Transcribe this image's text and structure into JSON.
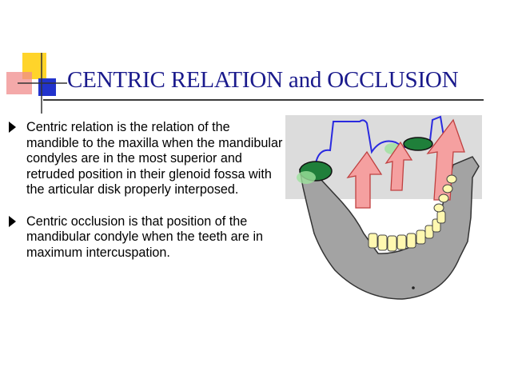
{
  "slide": {
    "title": "CENTRIC RELATION and OCCLUSION",
    "bullets": [
      {
        "text": "Centric relation is the relation of the mandible to the maxilla when the mandibular condyles are in the most superior and retruded position in their glenoid fossa with the articular disk properly interposed."
      },
      {
        "text": "Centric occlusion is that position of the mandibular condyle when the teeth are in maximum intercuspation."
      }
    ]
  },
  "colors": {
    "title": "#1a1a8c",
    "deco_yellow": "#ffd42a",
    "deco_blue": "#2233cc",
    "deco_pink": "#f08c8c",
    "mandible_gray": "#a3a3a3",
    "arrow_pink": "#f5a0a0",
    "fossa_blue": "#2a2ae0",
    "condyle_green": "#1f7f3a",
    "tooth_yellow": "#fff8b0"
  }
}
